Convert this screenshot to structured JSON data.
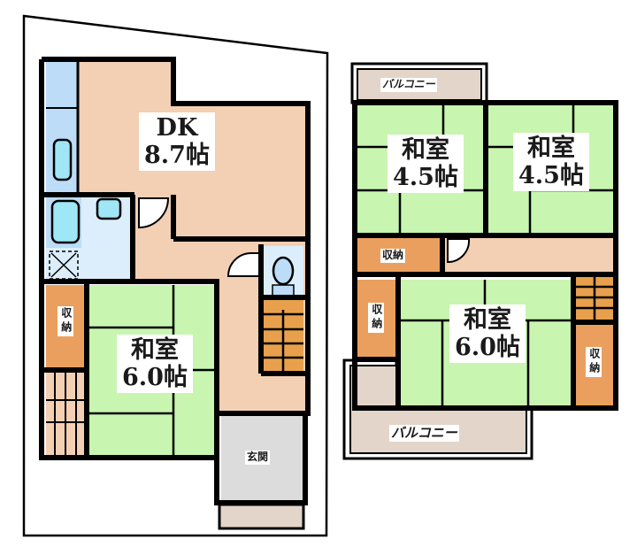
{
  "floor_plan": {
    "colors": {
      "wall": "#000000",
      "dk_floor": "#f3cfb4",
      "hall_floor": "#f3cfb4",
      "tatami": "#c8f5b0",
      "storage": "#eb9f5e",
      "stairs": "#e8a04c",
      "wet_area": "#bcdcf7",
      "fixture": "#9fe6f7",
      "entrance": "#dcdcdc",
      "balcony": "#e3d5c9",
      "porch": "#e3d5c9"
    },
    "floor1": {
      "rooms": [
        {
          "id": "dk",
          "name": "DK",
          "size": "8.7帖"
        },
        {
          "id": "washitsu-1f",
          "name": "和室",
          "size": "6.0帖"
        },
        {
          "id": "storage-1f",
          "name": "収納"
        },
        {
          "id": "genkan",
          "name": "玄関"
        }
      ]
    },
    "floor2": {
      "rooms": [
        {
          "id": "washitsu-2f-a",
          "name": "和室",
          "size": "4.5帖"
        },
        {
          "id": "washitsu-2f-b",
          "name": "和室",
          "size": "4.5帖"
        },
        {
          "id": "washitsu-2f-c",
          "name": "和室",
          "size": "6.0帖"
        },
        {
          "id": "storage-2f-a",
          "name": "収納"
        },
        {
          "id": "storage-2f-b",
          "name": "収納"
        },
        {
          "id": "storage-2f-c",
          "name": "収納"
        },
        {
          "id": "balcony-top",
          "name": "バルコニー"
        },
        {
          "id": "balcony-bottom",
          "name": "バルコニー"
        }
      ]
    }
  }
}
